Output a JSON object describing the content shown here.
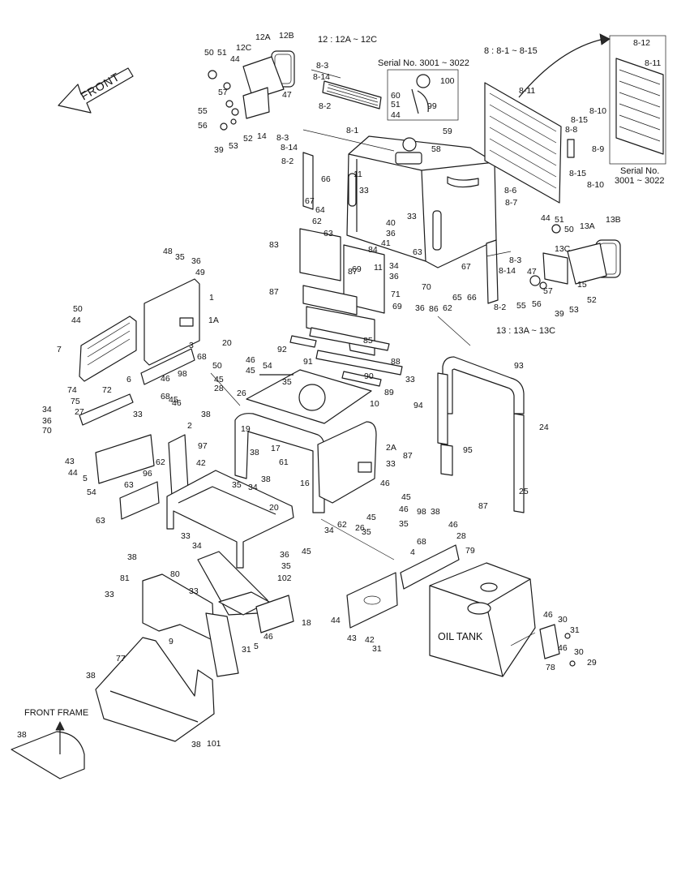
{
  "labels": {
    "front_arrow": "FRONT",
    "oil_tank": "OIL TANK",
    "front_frame": "FRONT FRAME",
    "note_12": "12 : 12A ~ 12C",
    "note_8": "8 : 8-1 ~ 8-15",
    "note_13": "13 : 13A ~ 13C",
    "serial_range": "Serial No. 3001 ~ 3022",
    "serial_box_line1": "Serial No.",
    "serial_box_line2": "3001 ~ 3022"
  },
  "part_callouts": [
    "50",
    "51",
    "44",
    "12C",
    "12A",
    "12B",
    "55",
    "56",
    "57",
    "47",
    "14",
    "39",
    "53",
    "52",
    "8-3",
    "8-14",
    "8-2",
    "8-1",
    "60",
    "51",
    "44",
    "100",
    "99",
    "59",
    "58",
    "8-11",
    "8-12",
    "8-11",
    "8-10",
    "8-15",
    "8-8",
    "8-9",
    "8-15",
    "8-10",
    "8-6",
    "8-7",
    "8-3",
    "8-14",
    "8-2",
    "11",
    "33",
    "66",
    "67",
    "64",
    "62",
    "63",
    "40",
    "36",
    "41",
    "11",
    "33",
    "69",
    "84",
    "87",
    "83",
    "87",
    "34",
    "36",
    "71",
    "69",
    "36",
    "86",
    "70",
    "63",
    "67",
    "65",
    "66",
    "62",
    "8-3",
    "8-14",
    "8-2",
    "44",
    "51",
    "50",
    "13A",
    "13B",
    "13C",
    "15",
    "47",
    "55",
    "56",
    "57",
    "39",
    "53",
    "52",
    "48",
    "35",
    "36",
    "49",
    "1",
    "1A",
    "50",
    "44",
    "7",
    "3",
    "68",
    "20",
    "46",
    "45",
    "92",
    "85",
    "91",
    "88",
    "90",
    "89",
    "10",
    "93",
    "94",
    "95",
    "24",
    "25",
    "33",
    "87",
    "87",
    "74",
    "72",
    "6",
    "75",
    "27",
    "34",
    "36",
    "70",
    "68",
    "46",
    "45",
    "98",
    "46",
    "45",
    "50",
    "54",
    "35",
    "28",
    "26",
    "38",
    "33",
    "2",
    "2A",
    "33",
    "19",
    "38",
    "17",
    "61",
    "97",
    "62",
    "42",
    "43",
    "44",
    "5",
    "54",
    "96",
    "63",
    "35",
    "34",
    "38",
    "16",
    "33",
    "63",
    "20",
    "46",
    "45",
    "46",
    "45",
    "35",
    "34",
    "62",
    "45",
    "98",
    "38",
    "46",
    "68",
    "28",
    "35",
    "26",
    "4",
    "79",
    "34",
    "36",
    "35",
    "102",
    "38",
    "80",
    "81",
    "33",
    "33",
    "9",
    "18",
    "31",
    "46",
    "5",
    "44",
    "43",
    "42",
    "31",
    "46",
    "30",
    "31",
    "46",
    "30",
    "29",
    "78",
    "77",
    "38",
    "38",
    "101",
    "38"
  ]
}
